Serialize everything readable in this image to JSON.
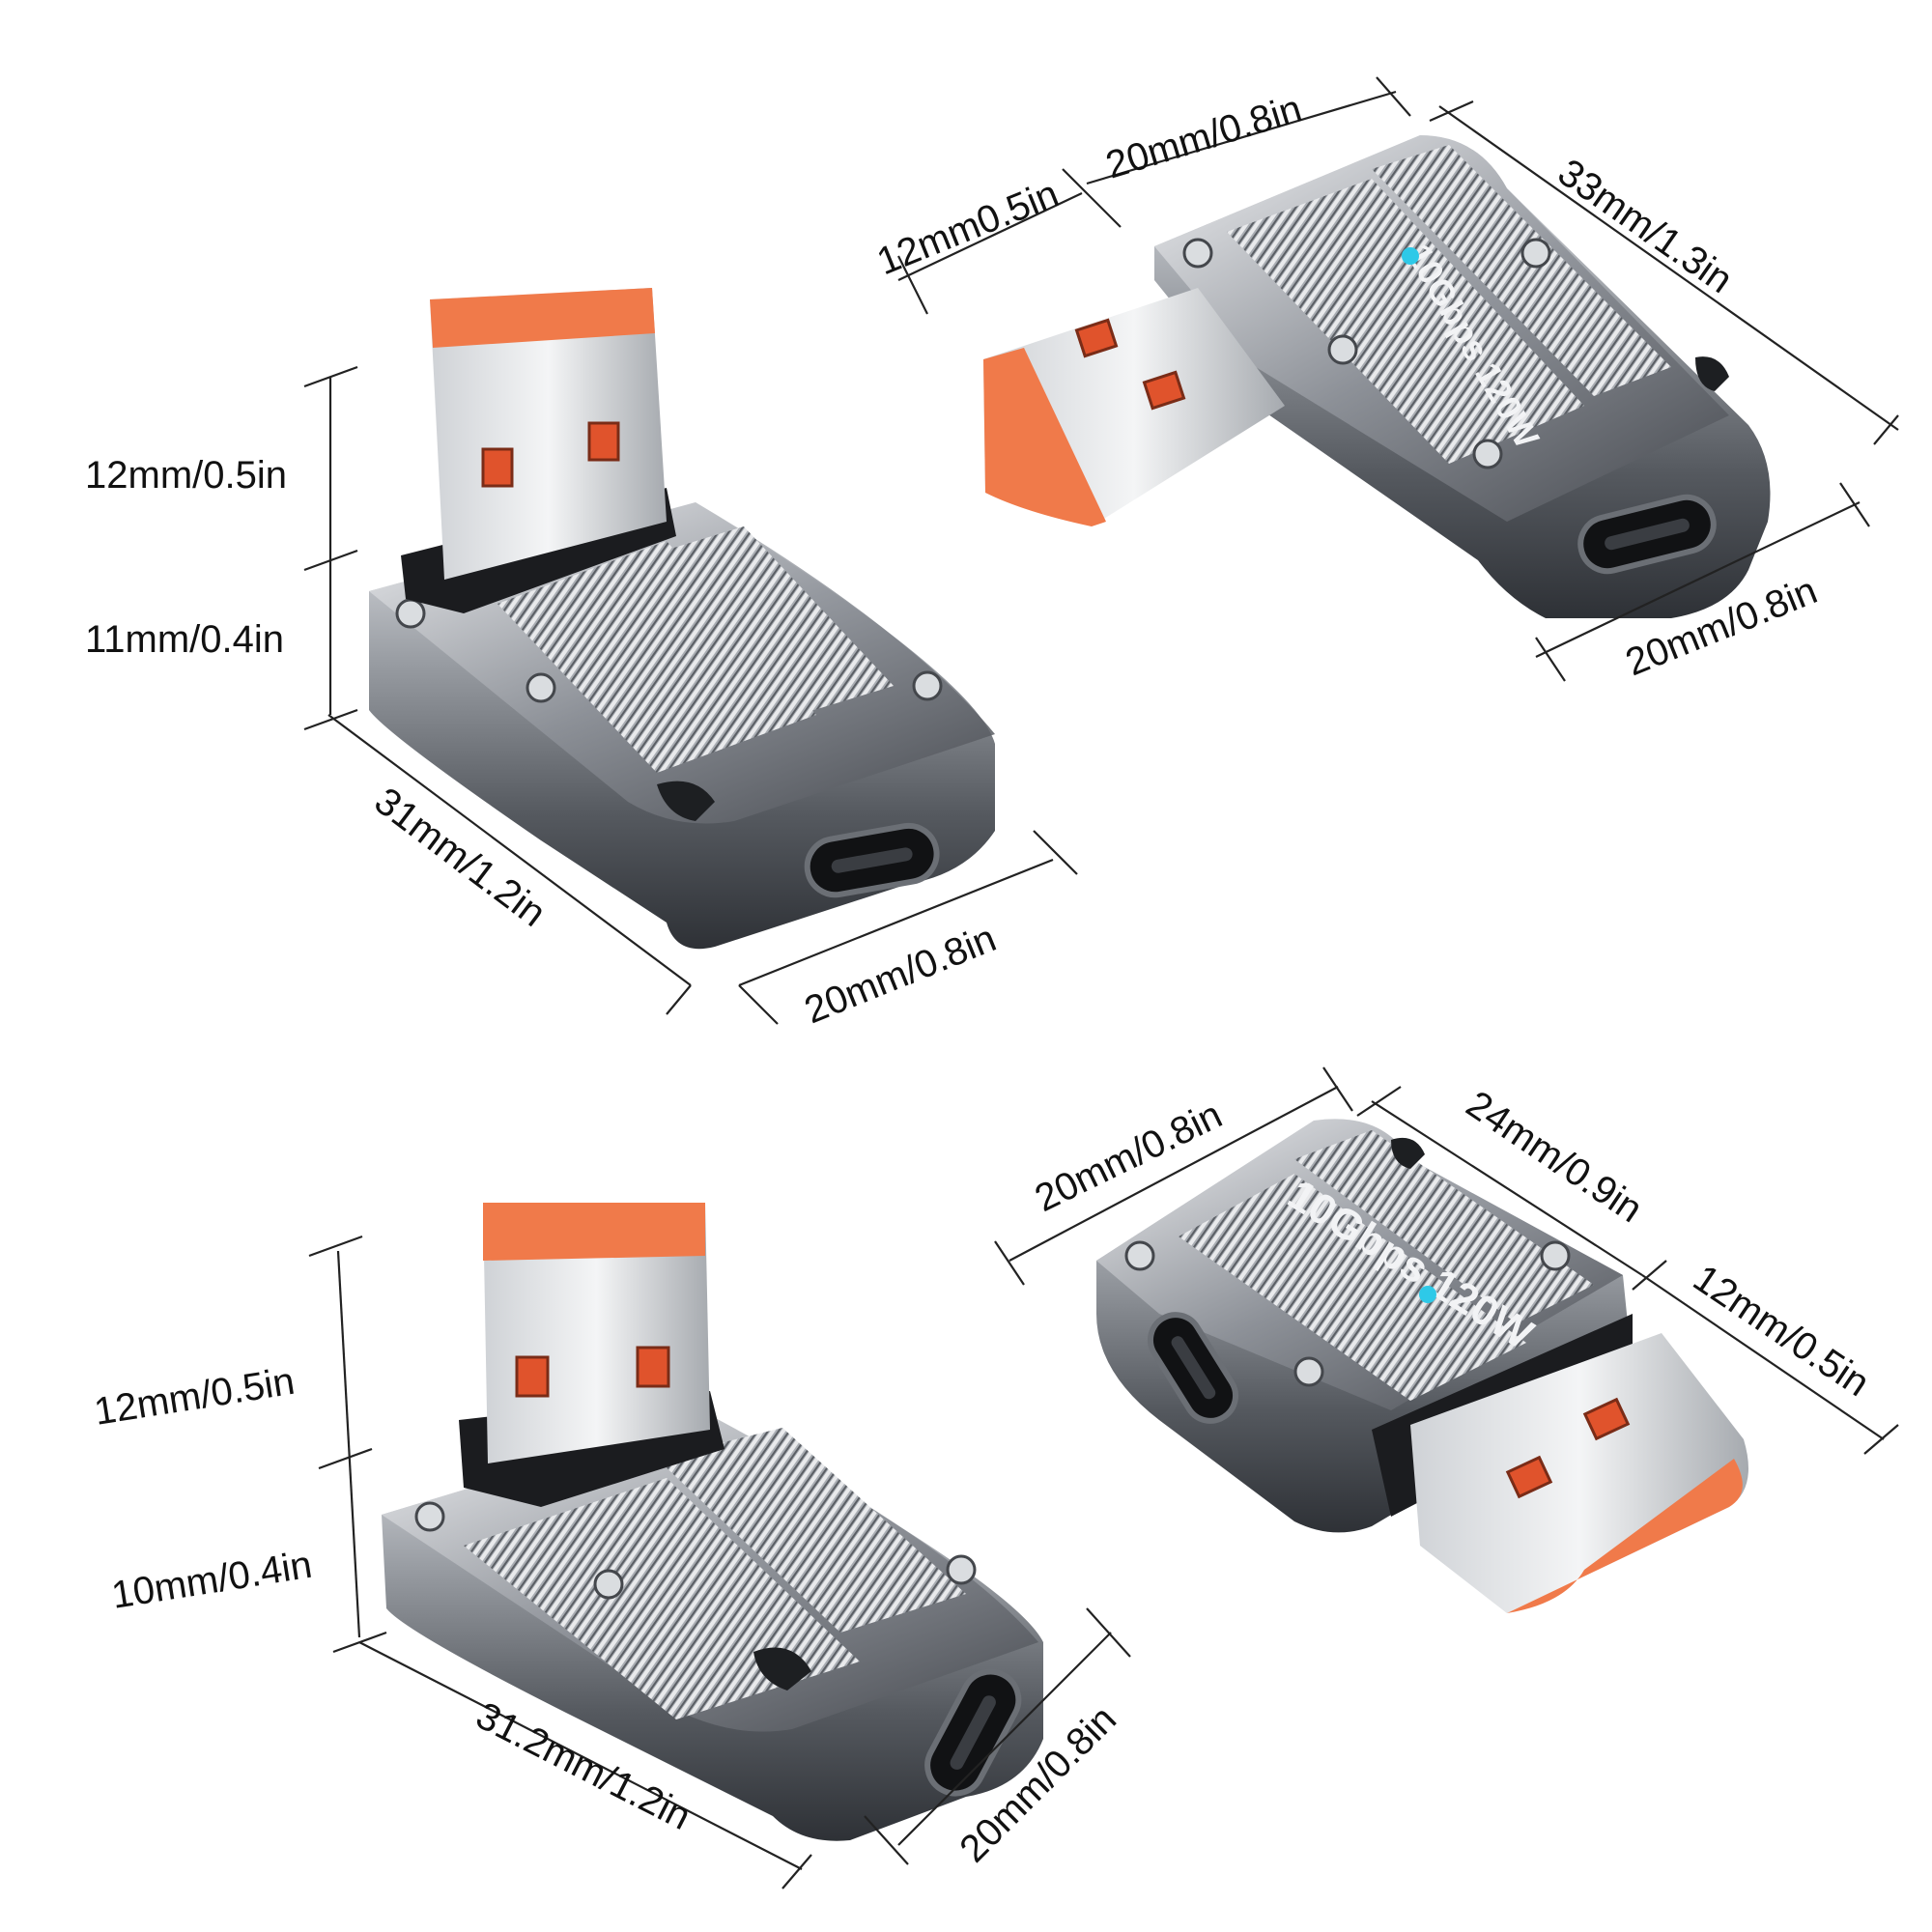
{
  "colors": {
    "background": "#ffffff",
    "metal_dark": "#3a3d42",
    "metal_mid": "#8a8e94",
    "metal_light": "#d9dce0",
    "usb_contact": "#e0532c",
    "usb_orange": "#f07a4a",
    "led": "#2ec9e8",
    "dimension_line": "#222222"
  },
  "label": {
    "top_right": "10Gbps 120W",
    "bottom_right": "10Gbps 120W"
  },
  "adapters": {
    "top_left": {
      "plug_height": "12mm/0.5in",
      "body_height": "11mm/0.4in",
      "length": "31mm/1.2in",
      "width": "20mm/0.8in"
    },
    "top_right": {
      "top_width": "20mm/0.8in",
      "plug_offset": "12mm0.5in",
      "length": "33mm/1.3in",
      "end_width": "20mm/0.8in"
    },
    "bottom_left": {
      "plug_height": "12mm/0.5in",
      "body_height": "10mm/0.4in",
      "length": "31.2mm/1.2in",
      "width": "20mm/0.8in"
    },
    "bottom_right": {
      "top_width": "20mm/0.8in",
      "length": "24mm/0.9in",
      "plug_length": "12mm/0.5in"
    }
  }
}
